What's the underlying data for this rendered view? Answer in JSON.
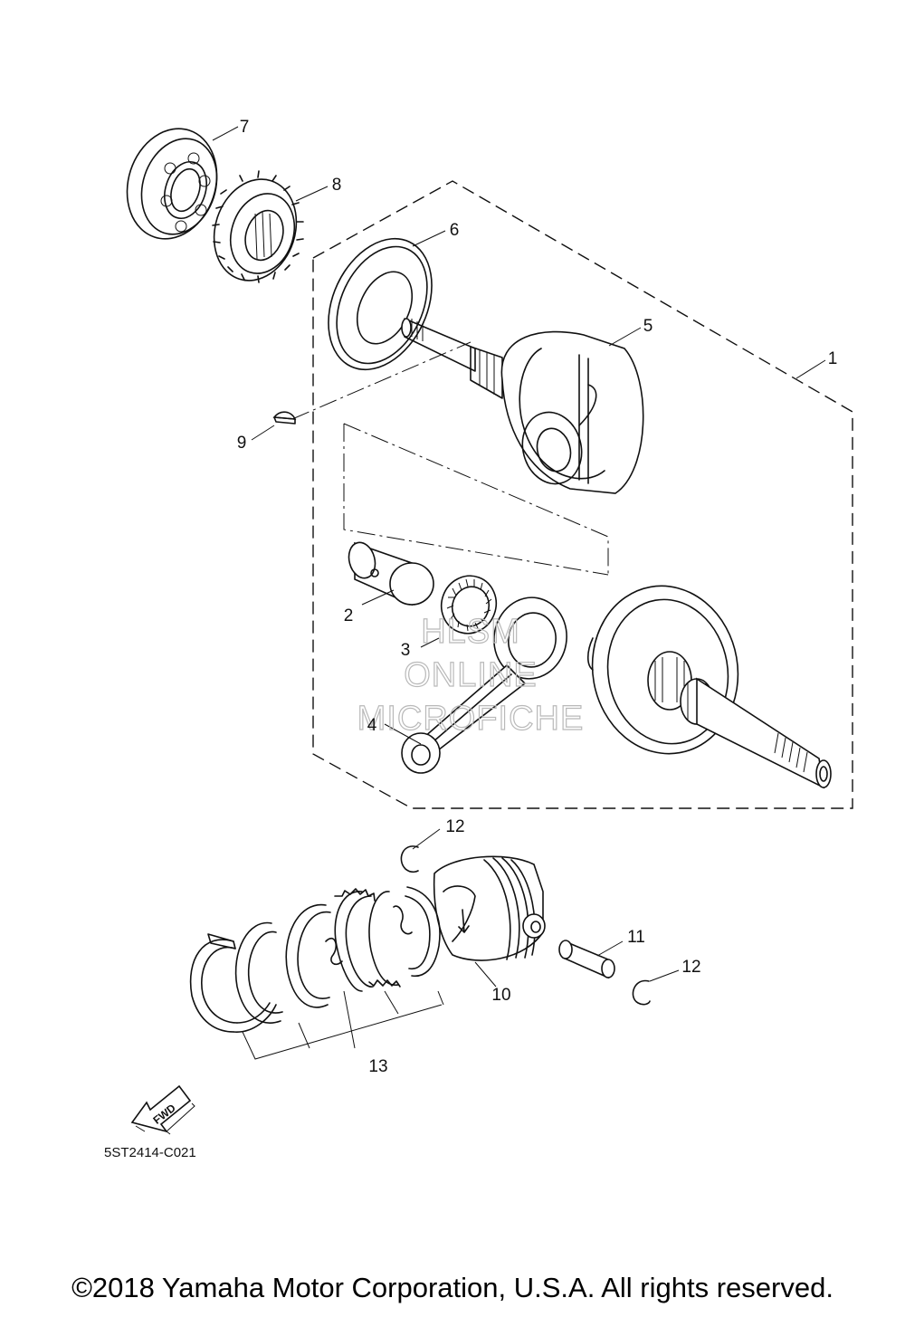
{
  "labels": {
    "p1": "1",
    "p2": "2",
    "p3": "3",
    "p4": "4",
    "p5": "5",
    "p6": "6",
    "p7": "7",
    "p8": "8",
    "p9": "9",
    "p10": "10",
    "p11": "11",
    "p12a": "12",
    "p12b": "12",
    "p13": "13"
  },
  "watermark": {
    "line1": "HLSM",
    "line2": "ONLINE",
    "line3": "MICROFICHE"
  },
  "fwd_arrow": "FWD",
  "diagram_code": "5ST2414-C021",
  "copyright": "©2018 Yamaha Motor Corporation, U.S.A. All rights reserved."
}
